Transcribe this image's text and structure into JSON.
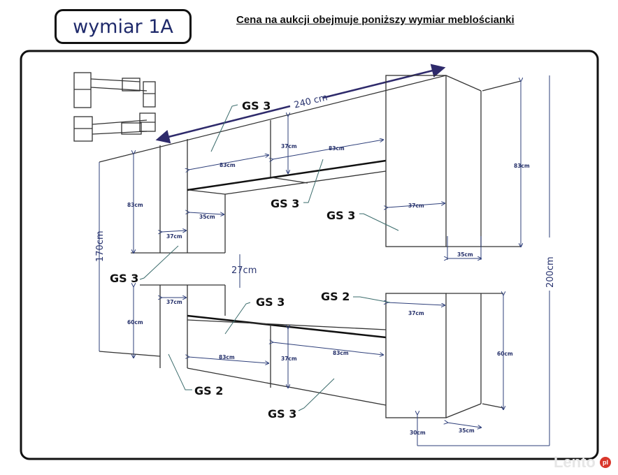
{
  "title": "wymiar 1A",
  "header_note": "Cena na aukcji obejmuje poniższy wymiar meblościanki",
  "overall": {
    "width": "240 cm",
    "height_left": "170cm",
    "height_right": "200cm",
    "gap": "27cm"
  },
  "labels": {
    "gs3_top": "GS 3",
    "gs3_mid": "GS 3",
    "gs3_right": "GS 3",
    "gs3_left": "GS 3",
    "gs3_lower_center": "GS 3",
    "gs2_right": "GS 2",
    "gs2_bottom": "GS 2",
    "gs3_bottom": "GS 3"
  },
  "dimensions": {
    "upper_left_height": "83cm",
    "upper_left_depth": "37cm",
    "niche_width": "35cm",
    "upper_shelf_width": "83cm",
    "upper_shelf_height": "37cm",
    "upper_shelf_width2": "83cm",
    "right_tall_depth": "37cm",
    "right_tall_height": "83cm",
    "right_tall_side": "35cm",
    "lower_left_depth": "37cm",
    "lower_left_height": "60cm",
    "lower_drawer_width": "83cm",
    "lower_drawer_height": "37cm",
    "lower_drawer_width2": "83cm",
    "lower_right_depth": "37cm",
    "lower_right_height": "60cm",
    "lower_right_side": "35cm",
    "floor_gap": "30cm"
  },
  "watermark": {
    "text": "Lento",
    "badge": "pl"
  }
}
